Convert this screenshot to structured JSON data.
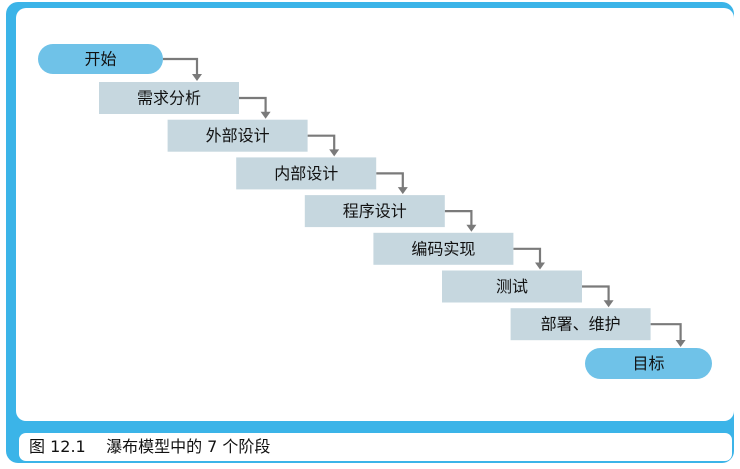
{
  "diagram": {
    "start": "开始",
    "steps": [
      "需求分析",
      "外部设计",
      "内部设计",
      "程序设计",
      "编码实现",
      "测试",
      "部署、维护"
    ],
    "end": "目标",
    "colors": {
      "frame": "#3bb4e8",
      "step": "#c6d7df",
      "terminal": "#6fc2e8",
      "connector": "#7a7a7a"
    }
  },
  "caption": {
    "figure_number": "图 12.1",
    "text": "瀑布模型中的 7 个阶段"
  }
}
